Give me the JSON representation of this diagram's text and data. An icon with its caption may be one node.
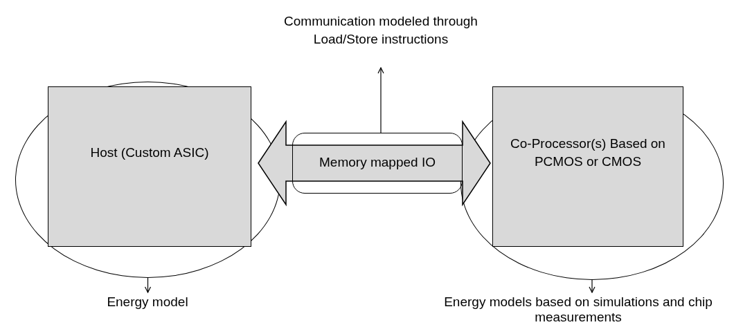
{
  "diagram": {
    "nodes": [
      {
        "text": [],
        "shape": "circle"
      },
      {
        "text": [
          "Host (Custom ASIC)"
        ],
        "in": 0
      },
      {
        "text": [],
        "shape": "box"
      },
      {
        "text": [],
        "shape": "circle"
      },
      {
        "text": [
          "Co-Processor(s) Based on PCMOS or CMOS"
        ],
        "in": 3
      },
      {
        "text": [
          "Communication modeled through Load/Store instructions"
        ]
      },
      {
        "text": [
          "Energy model"
        ]
      },
      {
        "text": [
          "Energy models based on simulations and chip measurements"
        ]
      }
    ],
    "edges": [
      {
        "from": 1,
        "to": 4,
        "arrow": "both",
        "label": "Memory mapped IO",
        "style": "thick"
      },
      {
        "from": 2,
        "to": 5,
        "arrow": "to"
      },
      {
        "from": 0,
        "to": 6,
        "arrow": "to"
      },
      {
        "from": 3,
        "to": 7,
        "arrow": "to"
      }
    ]
  }
}
